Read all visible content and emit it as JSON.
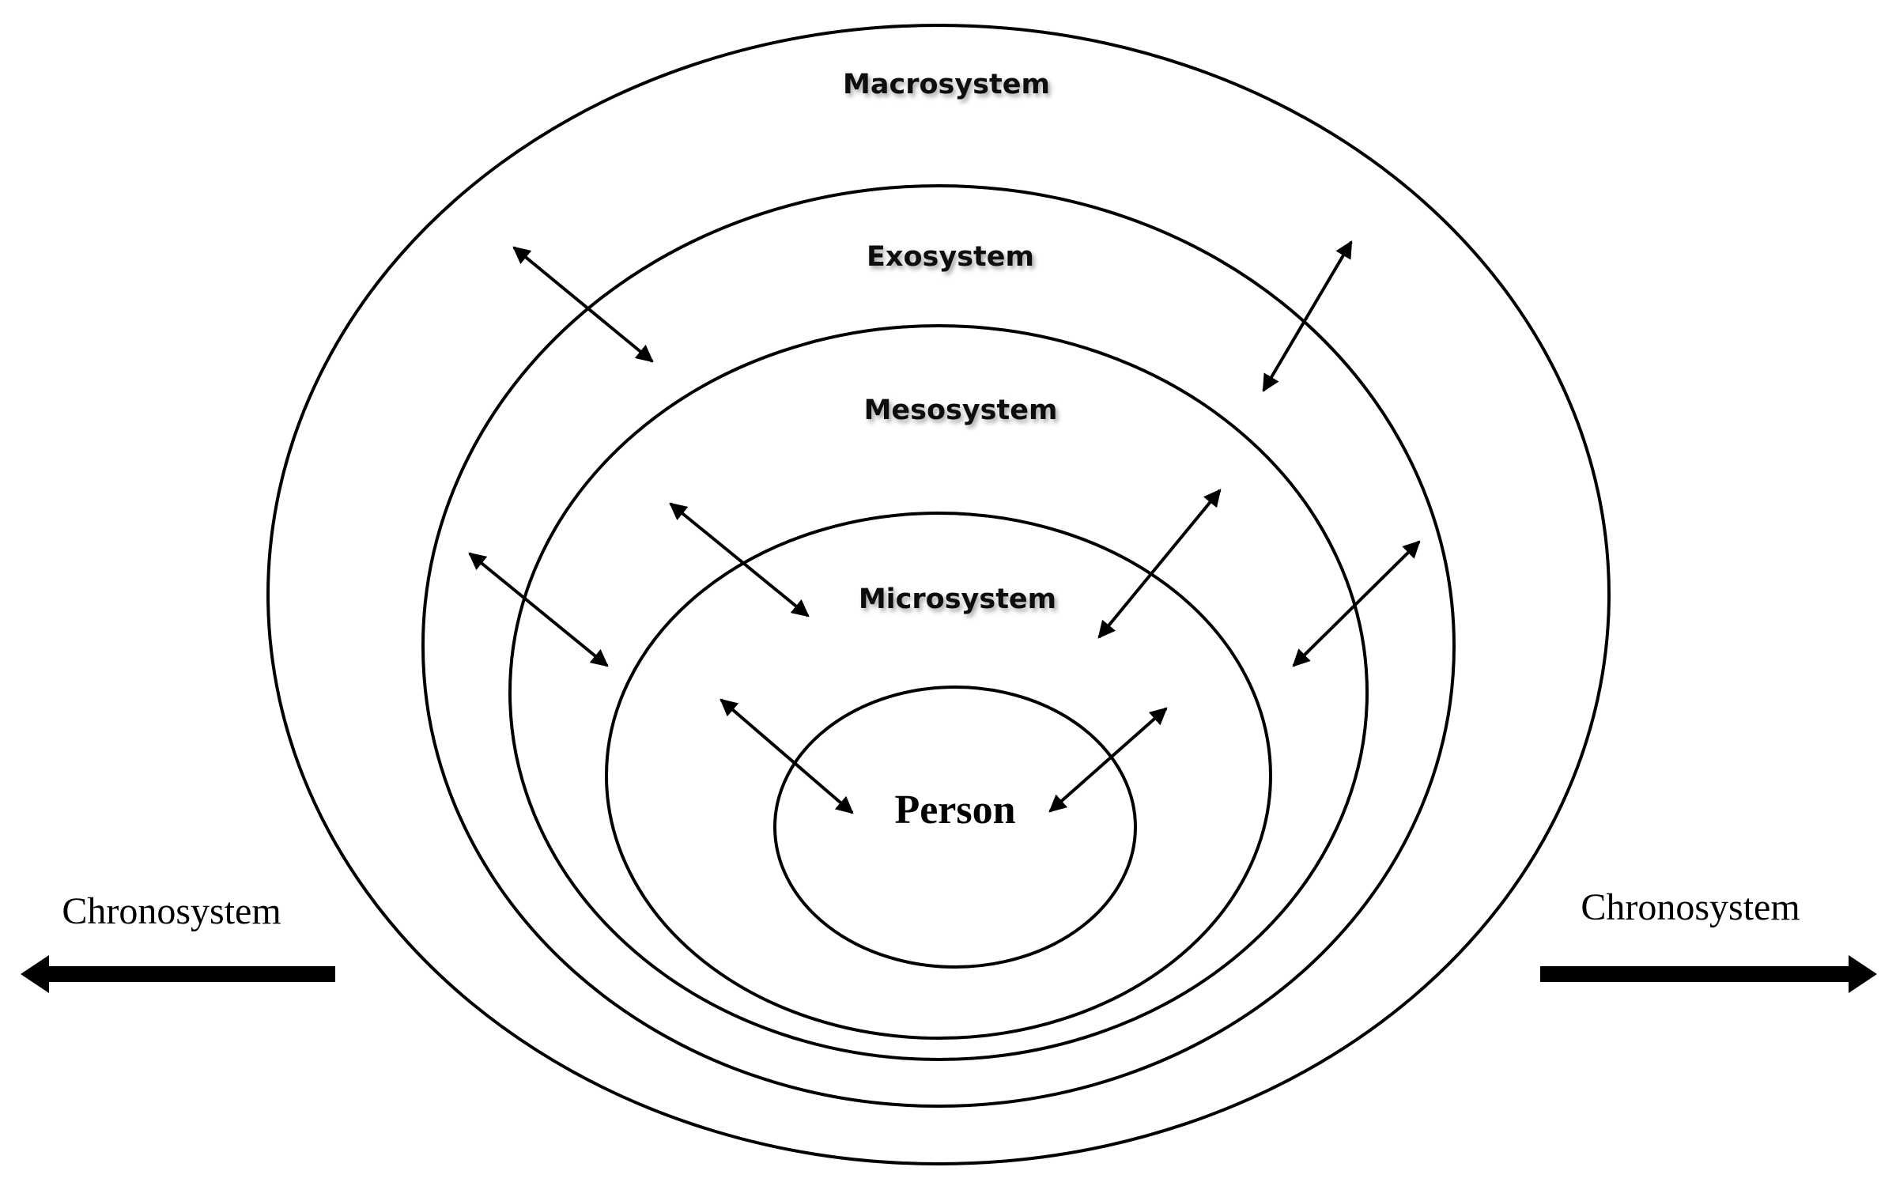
{
  "diagram": {
    "layers": {
      "macrosystem": "Macrosystem",
      "exosystem": "Exosystem",
      "mesosystem": "Mesosystem",
      "microsystem": "Microsystem",
      "person": "Person"
    },
    "chronosystem": {
      "left": "Chronosystem",
      "right": "Chronosystem"
    }
  }
}
